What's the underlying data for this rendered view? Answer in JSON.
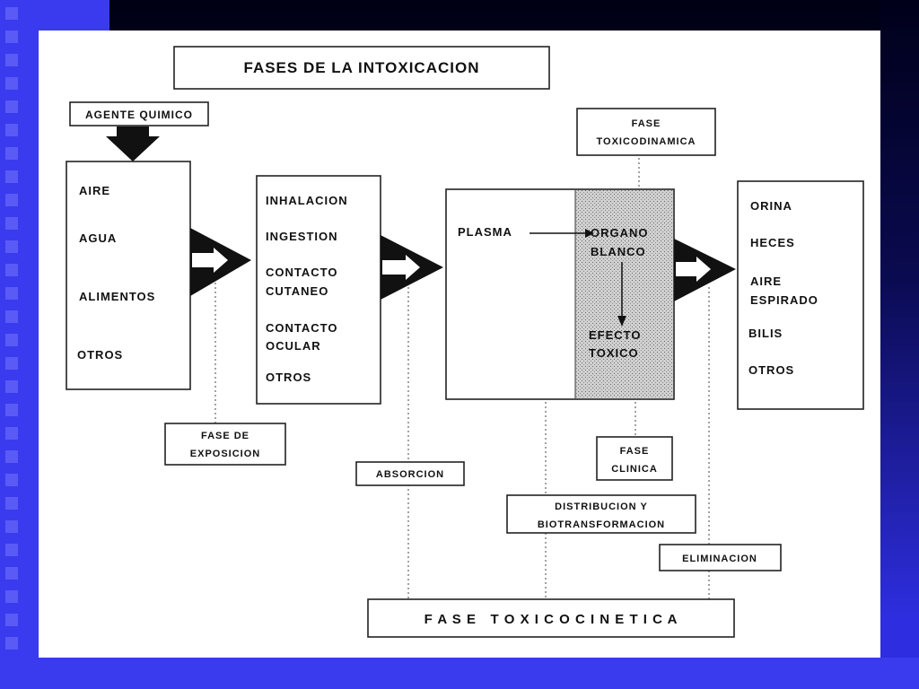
{
  "title": "FASES DE LA INTOXICACION",
  "agente": "AGENTE QUIMICO",
  "fase_toxicodinamica": [
    "FASE",
    "TOXICODINAMICA"
  ],
  "sources": [
    "AIRE",
    "AGUA",
    "ALIMENTOS",
    "OTROS"
  ],
  "routes": [
    "INHALACION",
    "INGESTION",
    "CONTACTO",
    "CUTANEO",
    "CONTACTO",
    "OCULAR",
    "OTROS"
  ],
  "plasma": "PLASMA",
  "organo": [
    "ORGANO",
    "BLANCO"
  ],
  "efecto": [
    "EFECTO",
    "TOXICO"
  ],
  "elimination_routes": [
    "ORINA",
    "HECES",
    "AIRE",
    "ESPIRADO",
    "BILIS",
    "OTROS"
  ],
  "fase_exposicion": [
    "FASE DE",
    "EXPOSICION"
  ],
  "absorcion": "ABSORCION",
  "fase_clinica": [
    "FASE",
    "CLINICA"
  ],
  "distribucion": [
    "DISTRIBUCION Y",
    "BIOTRANSFORMACION"
  ],
  "eliminacion": "ELIMINACION",
  "fase_toxicocinetica": "F A S E   T O X I C O C I N E T I C A",
  "colors": {
    "slide_blue": "#3a3aee",
    "slide_dark": "#000014",
    "stipple": "#b8b8b8"
  }
}
